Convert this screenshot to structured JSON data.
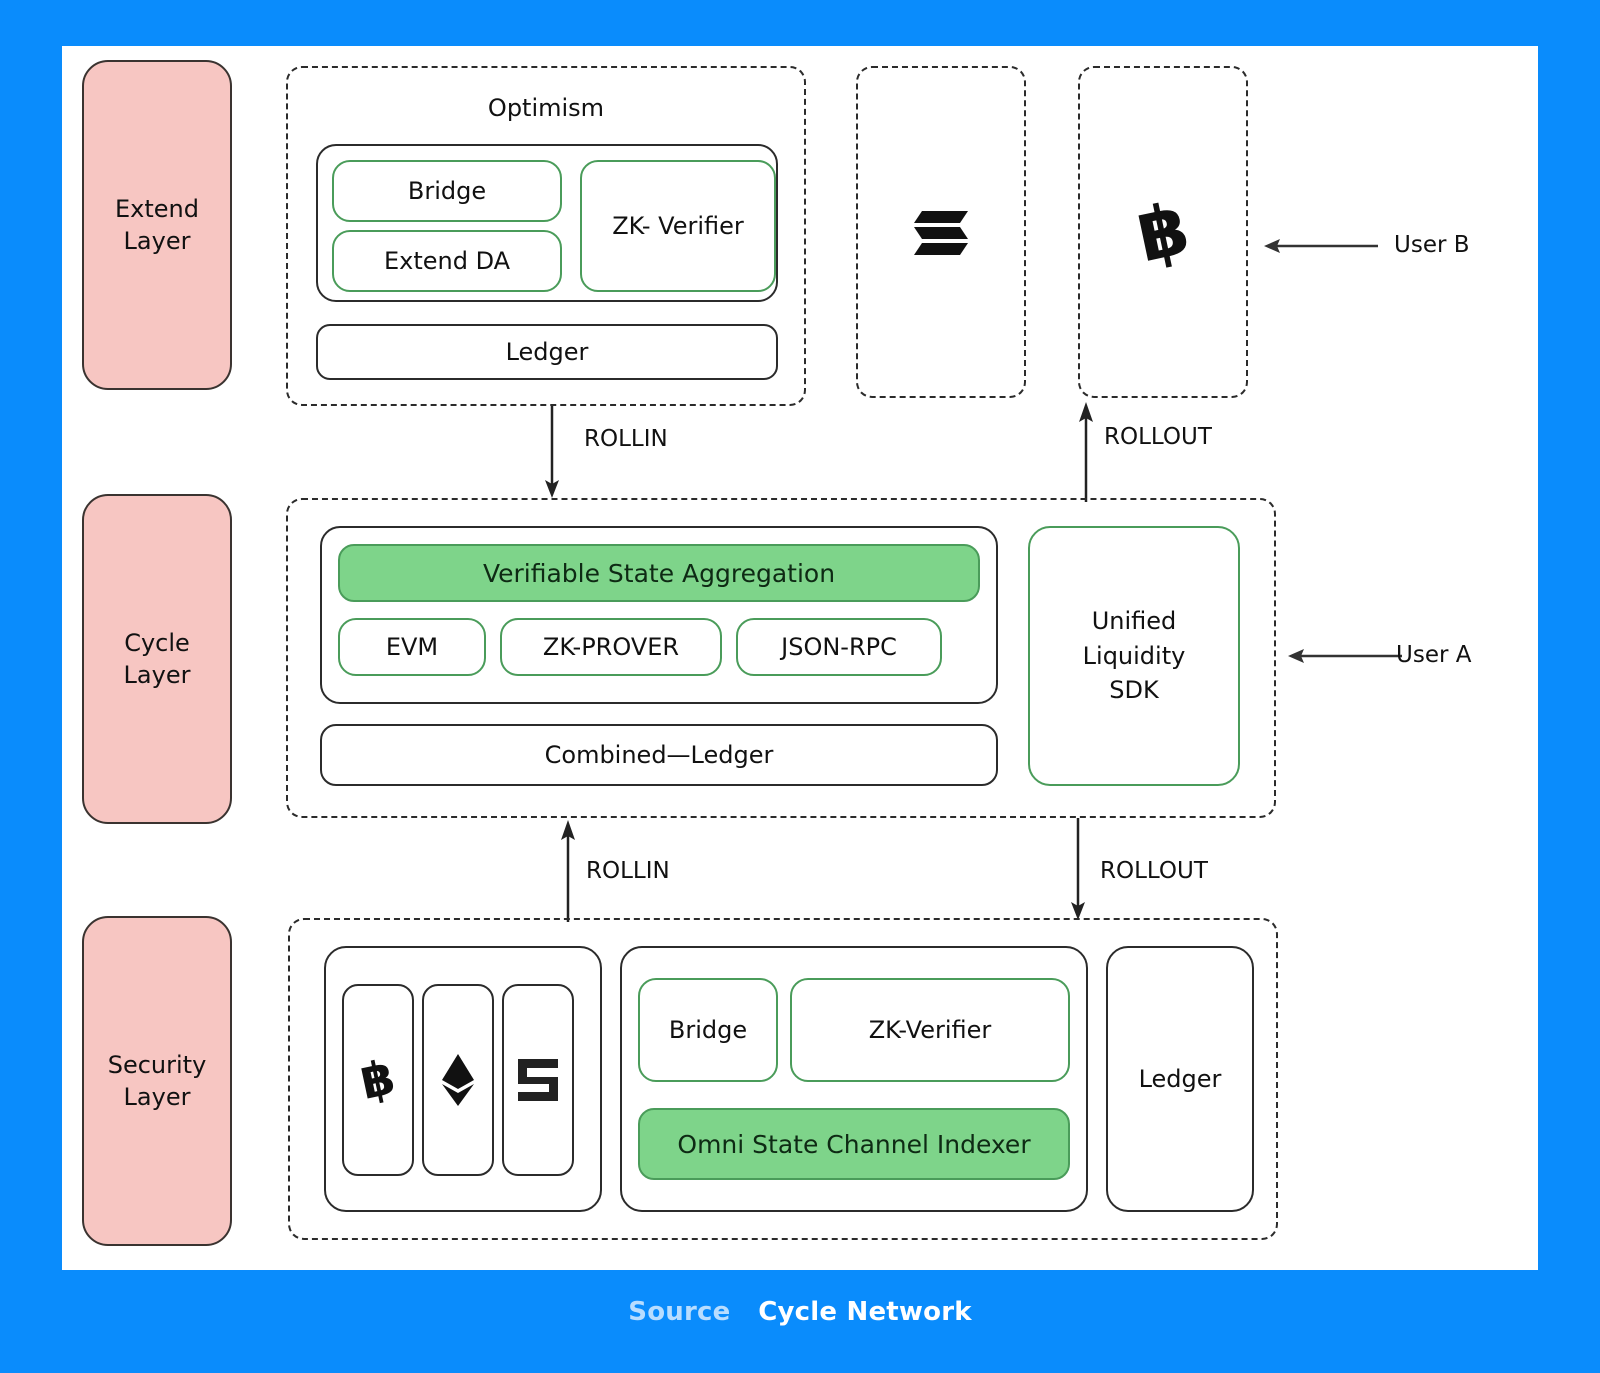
{
  "footer": {
    "source_word": "Source",
    "brand": "Cycle Network"
  },
  "layers": [
    {
      "id": "extend",
      "label": "Extend\nLayer"
    },
    {
      "id": "cycle",
      "label": "Cycle\nLayer"
    },
    {
      "id": "security",
      "label": "Security\nLayer"
    }
  ],
  "extend_layer": {
    "title": "Optimism",
    "modules": [
      "Bridge",
      "Extend DA",
      "ZK- Verifier"
    ],
    "ledger": "Ledger",
    "chains": [
      {
        "name": "solana",
        "icon": "solana-icon"
      },
      {
        "name": "bitcoin",
        "icon": "bitcoin-icon"
      }
    ]
  },
  "cycle_layer": {
    "aggregation": "Verifiable State Aggregation",
    "components": [
      "EVM",
      "ZK-PROVER",
      "JSON-RPC"
    ],
    "ledger": "Combined—Ledger",
    "sdk": "Unified\nLiquidity\nSDK"
  },
  "security_layer": {
    "chain_icons": [
      "bitcoin-icon",
      "ethereum-icon",
      "cycle-s-icon"
    ],
    "modules": [
      "Bridge",
      "ZK-Verifier"
    ],
    "indexer": "Omni State Channel Indexer",
    "ledger": "Ledger"
  },
  "flows": [
    {
      "id": "rollin-top",
      "label": "ROLLIN",
      "direction": "down"
    },
    {
      "id": "rollout-top",
      "label": "ROLLOUT",
      "direction": "up"
    },
    {
      "id": "rollin-bottom",
      "label": "ROLLIN",
      "direction": "up"
    },
    {
      "id": "rollout-bottom",
      "label": "ROLLOUT",
      "direction": "down"
    }
  ],
  "users": [
    {
      "id": "user-b",
      "label": "User B"
    },
    {
      "id": "user-a",
      "label": "User A"
    }
  ],
  "colors": {
    "frame_blue": "#0a8cfc",
    "layer_pink": "#f7c6c2",
    "accent_green_fill": "#7ed48a",
    "accent_green_border": "#4a9c5a",
    "stroke": "#2b2b2b"
  }
}
